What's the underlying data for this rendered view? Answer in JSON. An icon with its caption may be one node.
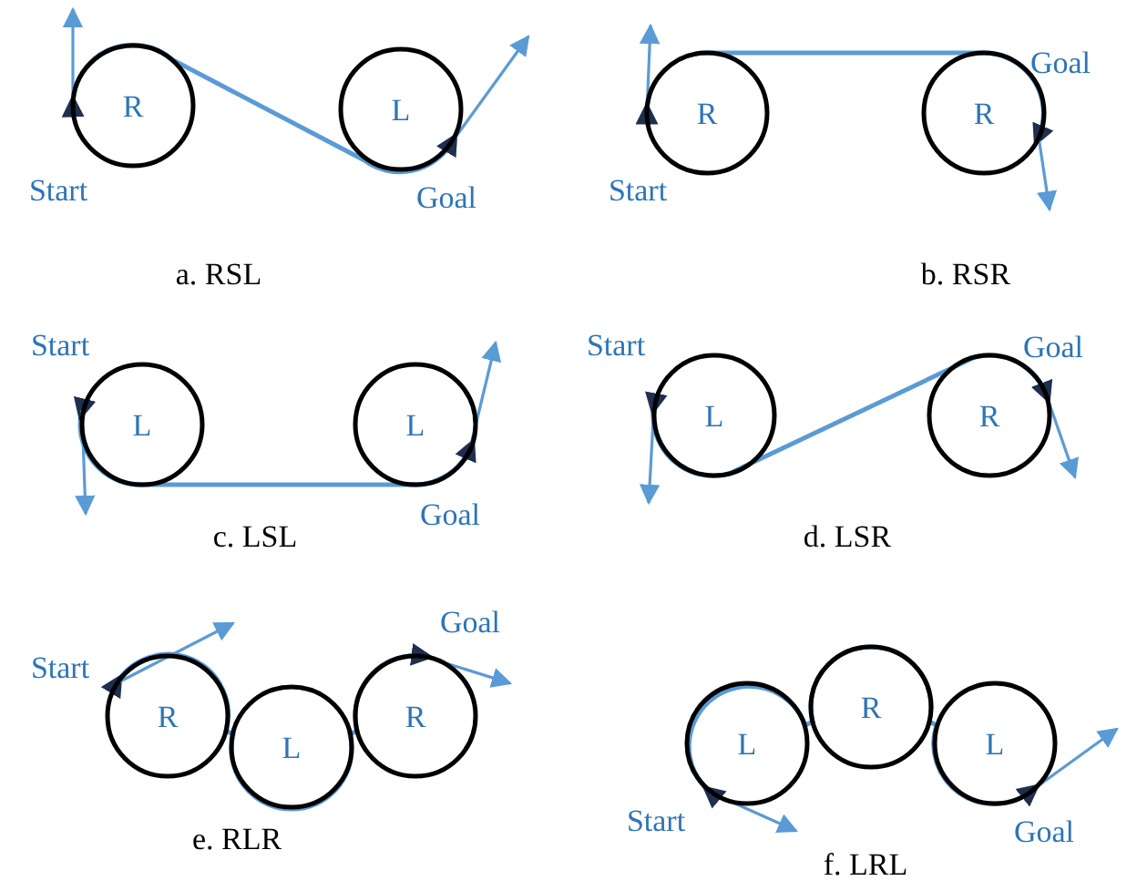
{
  "diagram": {
    "nodes": [
      {
        "text": [
          "R"
        ],
        "beside": [
          "Start"
        ]
      },
      {
        "text": [
          "L"
        ],
        "beside": [
          "Goal"
        ]
      },
      {
        "text": [
          "R"
        ],
        "beside": [
          "Start"
        ]
      },
      {
        "text": [
          "R"
        ],
        "beside": [
          "Goal"
        ]
      },
      {
        "text": [
          "L"
        ],
        "beside": [
          "Start"
        ]
      },
      {
        "text": [
          "L"
        ],
        "beside": [
          "Goal"
        ]
      },
      {
        "text": [
          "L"
        ],
        "beside": [
          "Start"
        ]
      },
      {
        "text": [
          "R"
        ],
        "beside": [
          "Goal"
        ]
      },
      {
        "text": [
          "R"
        ],
        "beside": [
          "Start"
        ]
      },
      {
        "text": [
          "L"
        ]
      },
      {
        "text": [
          "R"
        ],
        "beside": [
          "Goal"
        ]
      },
      {
        "text": [
          "L"
        ],
        "beside": [
          "Start"
        ]
      },
      {
        "text": [
          "R"
        ]
      },
      {
        "text": [
          "L"
        ],
        "beside": [
          "Goal"
        ]
      }
    ],
    "edges": [
      {
        "from": 0,
        "to": 1,
        "arrow": "to"
      },
      {
        "from": 2,
        "to": 3,
        "arrow": "to"
      },
      {
        "from": 4,
        "to": 5,
        "arrow": "to"
      },
      {
        "from": 6,
        "to": 7,
        "arrow": "to"
      },
      {
        "from": 8,
        "to": 10,
        "arrow": "to"
      },
      {
        "from": 11,
        "to": 13,
        "arrow": "to"
      }
    ],
    "labels": [
      "a. RSL",
      "b. RSR",
      "c. LSL",
      "d. LSR",
      "e. RLR",
      "f. LRL"
    ]
  }
}
